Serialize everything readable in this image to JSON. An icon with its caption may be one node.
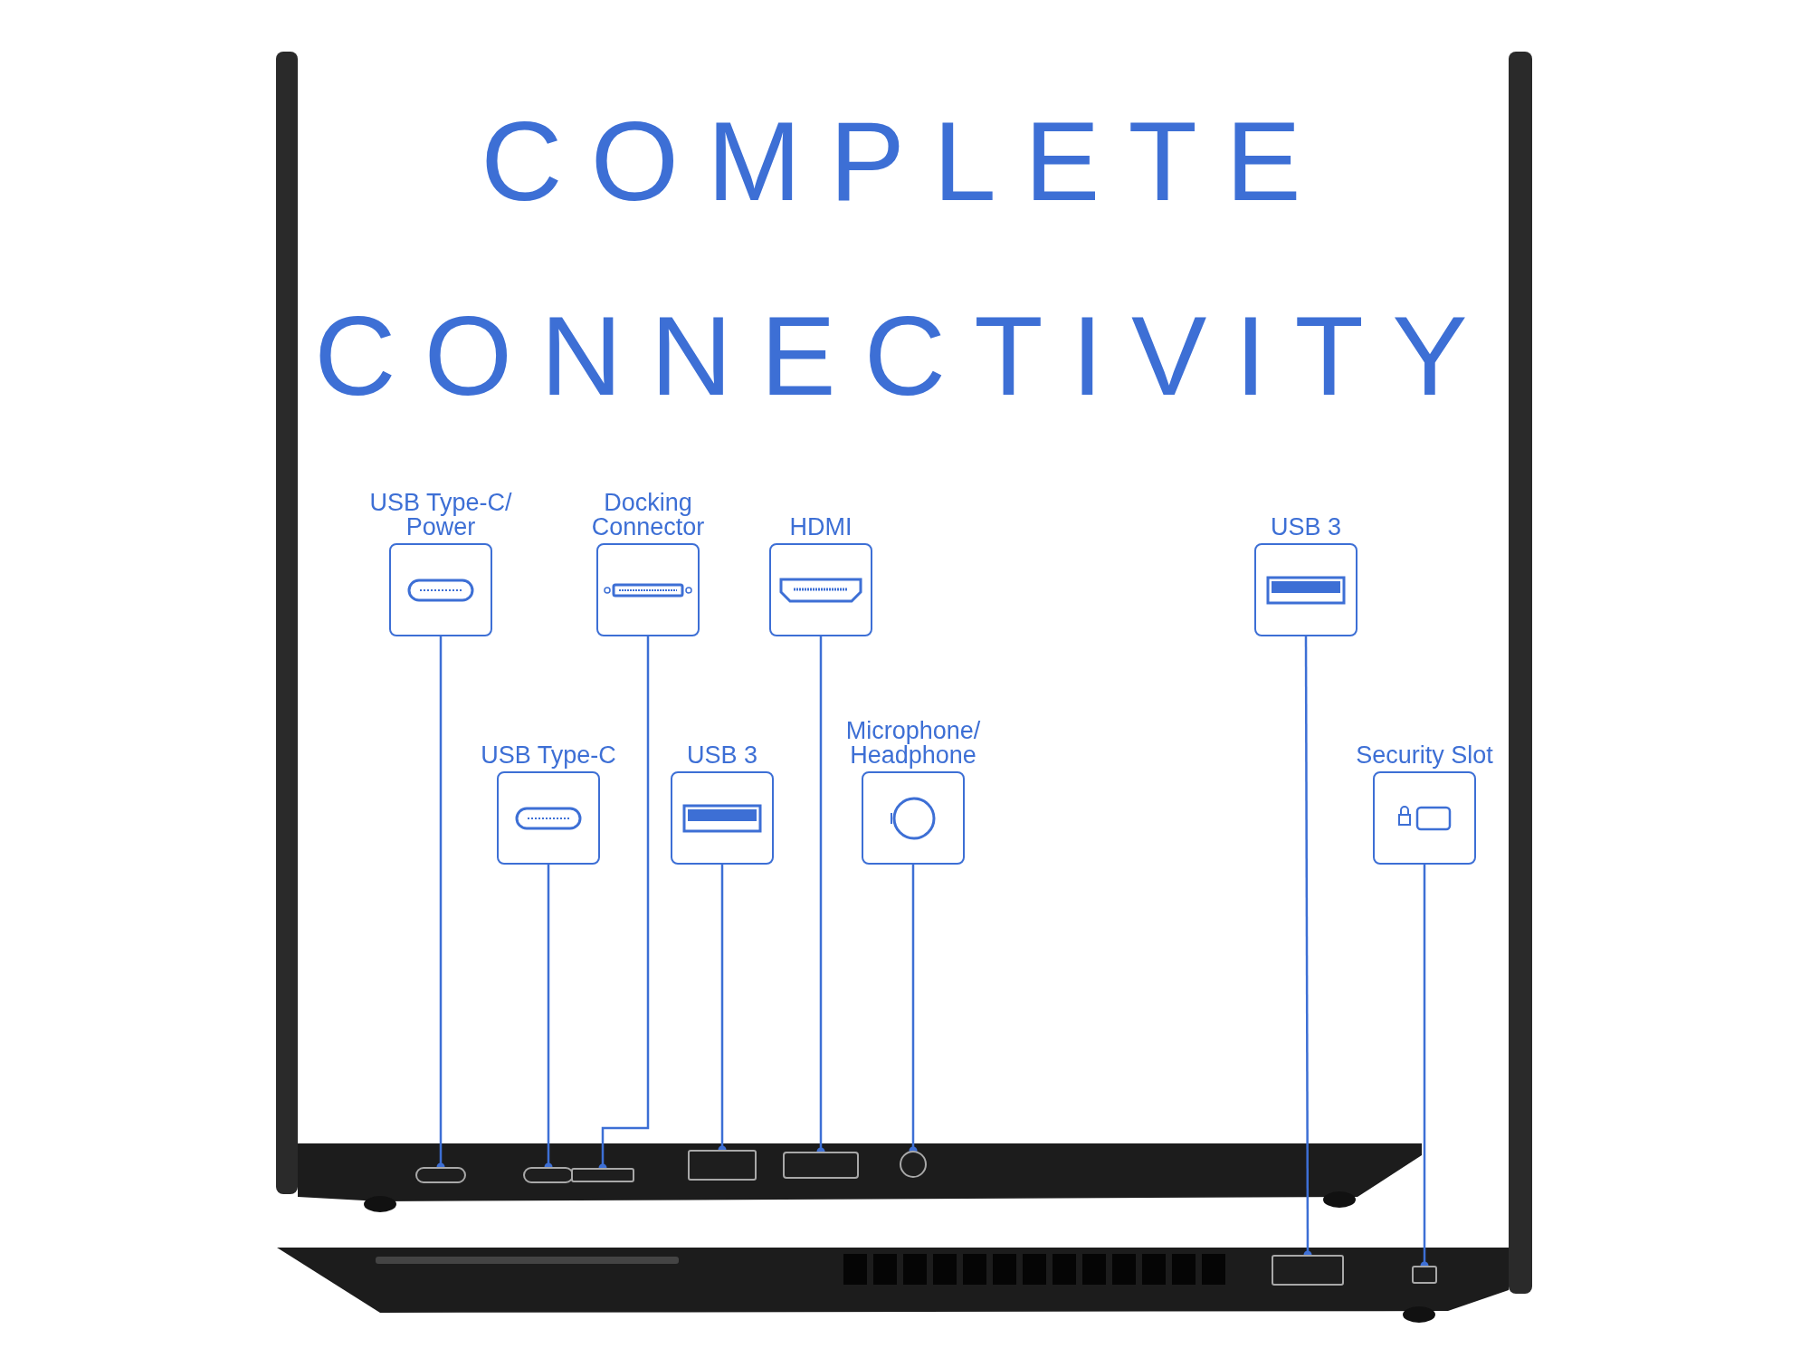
{
  "diagram": {
    "title": "COMPLETE CONNECTIVITY",
    "nodes": [
      {
        "text": [
          "USB Type-C/ Power"
        ]
      },
      {
        "text": [
          "Docking Connector"
        ]
      },
      {
        "text": [
          "HDMI"
        ]
      },
      {
        "text": [
          "USB 3"
        ]
      },
      {
        "text": [
          "USB Type-C"
        ]
      },
      {
        "text": [
          "USB 3"
        ]
      },
      {
        "text": [
          "Microphone/ Headphone"
        ]
      },
      {
        "text": [
          "Security Slot"
        ]
      },
      {
        "text": [],
        "shape": "box"
      },
      {
        "text": [],
        "shape": "box"
      },
      {
        "text": [],
        "shape": "box"
      },
      {
        "text": [],
        "shape": "box"
      },
      {
        "text": [],
        "shape": "box"
      },
      {
        "text": [],
        "shape": "circle"
      },
      {
        "text": [],
        "shape": "box"
      },
      {
        "text": [],
        "shape": "box"
      }
    ],
    "edges": [
      {
        "from": 0,
        "to": 8,
        "arrow": "other"
      },
      {
        "from": 1,
        "to": 10,
        "arrow": "other"
      },
      {
        "from": 2,
        "to": 12,
        "arrow": "other"
      },
      {
        "from": 3,
        "to": 14,
        "arrow": "other"
      },
      {
        "from": 4,
        "to": 9,
        "arrow": "other"
      },
      {
        "from": 5,
        "to": 11,
        "arrow": "other"
      },
      {
        "from": 6,
        "to": 13,
        "arrow": "other"
      },
      {
        "from": 7,
        "to": 15,
        "arrow": "other"
      }
    ]
  }
}
